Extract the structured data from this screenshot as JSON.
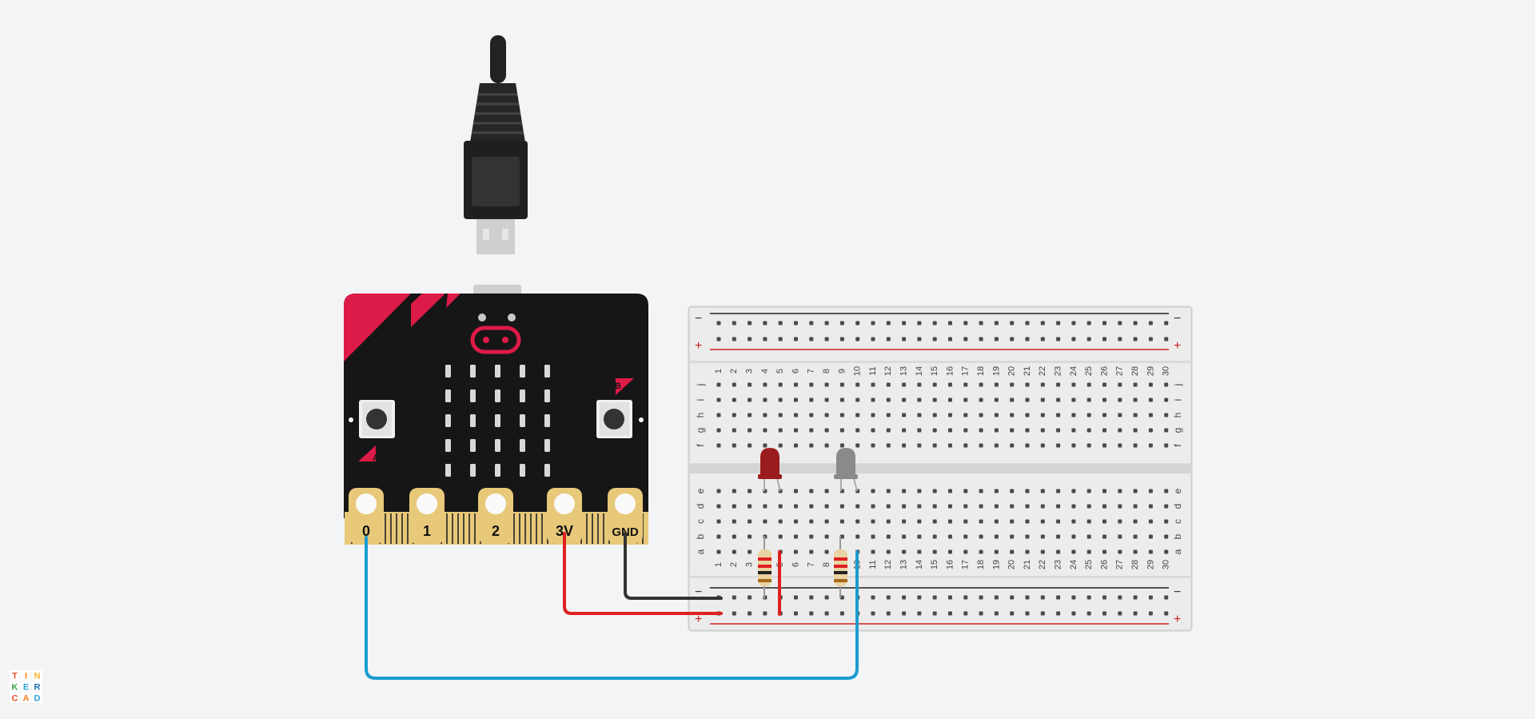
{
  "app": {
    "name": "Tinkercad"
  },
  "logo": {
    "letters": [
      "T",
      "I",
      "N",
      "K",
      "E",
      "R",
      "C",
      "A",
      "D"
    ],
    "colors": [
      "#e94e2b",
      "#f58220",
      "#f7b52c",
      "#3aa345",
      "#2aa3d9",
      "#1a6fb5",
      "#e94e2b",
      "#f58220",
      "#2aa3d9"
    ]
  },
  "microbit": {
    "pins": [
      "0",
      "1",
      "2",
      "3V",
      "GND"
    ],
    "buttons": {
      "a": "A",
      "b": "B"
    }
  },
  "breadboard": {
    "rail_minus": "−",
    "rail_plus": "+",
    "top_rows": [
      "j",
      "i",
      "h",
      "g",
      "f"
    ],
    "bottom_rows": [
      "e",
      "d",
      "c",
      "b",
      "a"
    ],
    "columns": [
      "1",
      "2",
      "3",
      "4",
      "5",
      "6",
      "7",
      "8",
      "9",
      "10",
      "11",
      "12",
      "13",
      "14",
      "15",
      "16",
      "17",
      "18",
      "19",
      "20",
      "21",
      "22",
      "23",
      "24",
      "25",
      "26",
      "27",
      "28",
      "29",
      "30"
    ]
  },
  "components": {
    "led1": {
      "color": "#9b1c1c",
      "state": "on"
    },
    "led2": {
      "color": "#8a8a8a",
      "state": "off"
    }
  },
  "wires": {
    "pin0": "#1b9bd1",
    "v3": "#e02020",
    "gnd": "#333333"
  }
}
